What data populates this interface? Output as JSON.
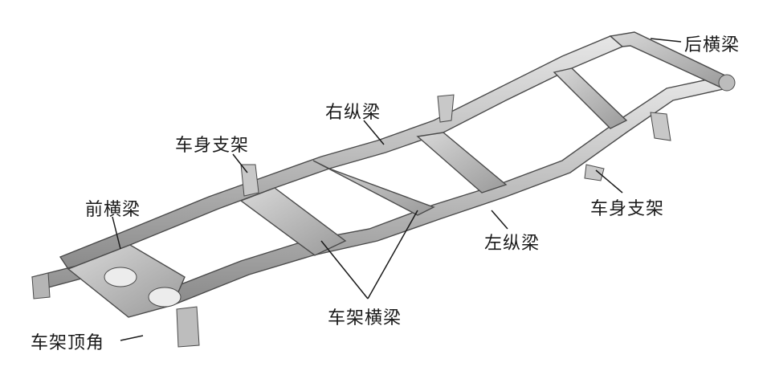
{
  "diagram": {
    "labels": {
      "rear_crossmember": "后横梁",
      "right_rail": "右纵梁",
      "body_mount_left": "车身支架",
      "body_mount_right": "车身支架",
      "front_crossmember": "前横梁",
      "left_rail": "左纵梁",
      "frame_crossmembers": "车架横梁",
      "frame_corner": "车架顶角"
    }
  }
}
